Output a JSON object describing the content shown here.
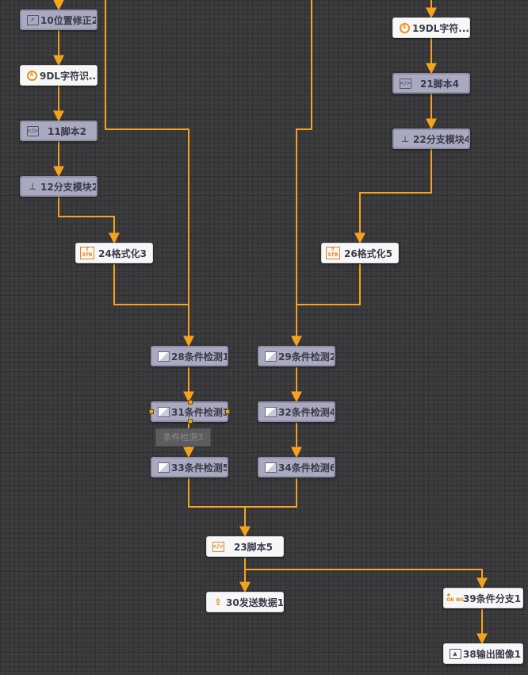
{
  "nodes": {
    "n10": "10位置修正2",
    "n9": "9DL字符识...",
    "n11": "11脚本2",
    "n12": "12分支模块2",
    "n24": "24格式化3",
    "n19": "19DL字符...",
    "n21": "21脚本4",
    "n22": "22分支模块4",
    "n26": "26格式化5",
    "n28": "28条件检测1",
    "n29": "29条件检测2",
    "n31": "31条件检测3",
    "n32": "32条件检测4",
    "n33": "33条件检测5",
    "n34": "34条件检测6",
    "n23": "23脚本5",
    "n30": "30发送数据1",
    "n39": "39条件分支1",
    "n38": "38输出图像1"
  },
  "tooltip": "条件检测3",
  "colors": {
    "wire": "#f5a21d",
    "canvas": "#3c3c3f",
    "module_grey": "#a9a9bf",
    "module_white": "#f7f7f7"
  }
}
